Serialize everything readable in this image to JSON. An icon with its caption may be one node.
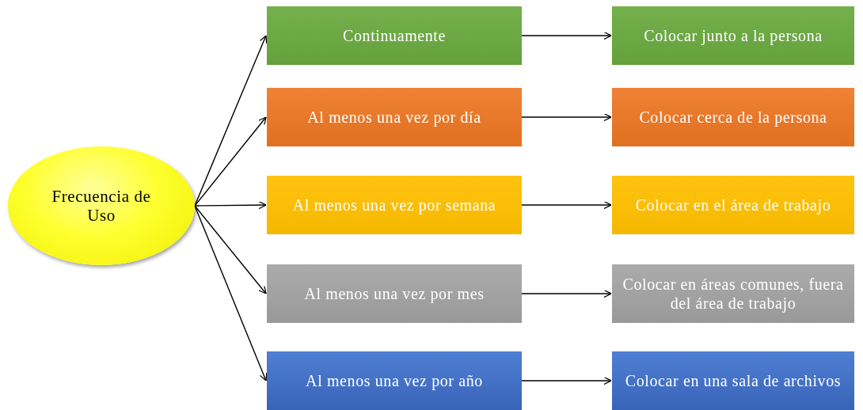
{
  "diagram": {
    "nodes": [
      {
        "text": [
          "Frecuencia de Uso"
        ]
      },
      {
        "text": [
          "Continuamente"
        ]
      },
      {
        "text": [
          "Colocar junto a la persona"
        ]
      },
      {
        "text": [
          "Al menos una vez por día"
        ]
      },
      {
        "text": [
          "Colocar cerca de la persona"
        ]
      },
      {
        "text": [
          "Al menos una vez por semana"
        ]
      },
      {
        "text": [
          "Colocar en el área de trabajo"
        ]
      },
      {
        "text": [
          "Al menos una vez por mes"
        ]
      },
      {
        "text": [
          "Colocar en áreas comunes, fuera del área de trabajo"
        ]
      },
      {
        "text": [
          "Al menos una vez por año"
        ]
      },
      {
        "text": [
          "Colocar en una sala de archivos"
        ]
      }
    ],
    "edges": [
      {
        "from": 0,
        "to": 1,
        "arrow": "to"
      },
      {
        "from": 0,
        "to": 3,
        "arrow": "to"
      },
      {
        "from": 0,
        "to": 5,
        "arrow": "to"
      },
      {
        "from": 0,
        "to": 7,
        "arrow": "to"
      },
      {
        "from": 0,
        "to": 9,
        "arrow": "to"
      },
      {
        "from": 1,
        "to": 2,
        "arrow": "to"
      },
      {
        "from": 3,
        "to": 4,
        "arrow": "to"
      },
      {
        "from": 5,
        "to": 6,
        "arrow": "to"
      },
      {
        "from": 7,
        "to": 8,
        "arrow": "to"
      },
      {
        "from": 9,
        "to": 10,
        "arrow": "to"
      }
    ]
  }
}
